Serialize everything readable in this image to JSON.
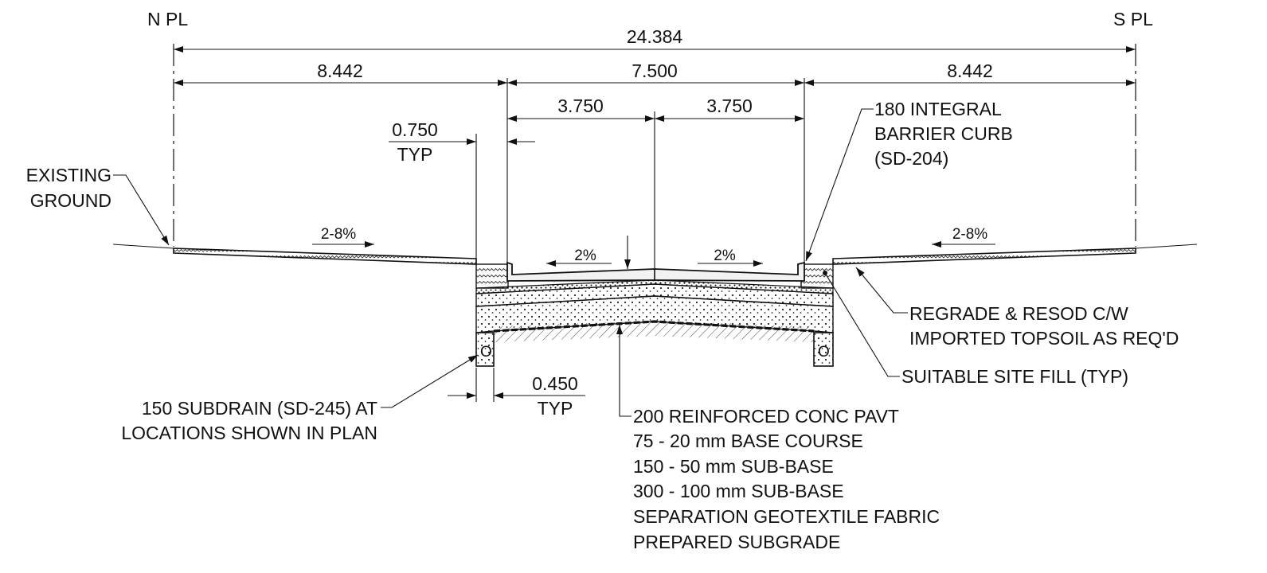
{
  "property_lines": {
    "north": "N PL",
    "south": "S PL"
  },
  "dimensions": {
    "overall": "24.384",
    "left_boulevard": "8.442",
    "roadway": "7.500",
    "right_boulevard": "8.442",
    "left_lane": "3.750",
    "right_lane": "3.750",
    "curb_offset": "0.750",
    "curb_offset_note": "TYP",
    "subdrain_offset": "0.450",
    "subdrain_offset_note": "TYP"
  },
  "slopes": {
    "left_boulevard": "2-8%",
    "left_lane": "2%",
    "right_lane": "2%",
    "right_boulevard": "2-8%"
  },
  "callouts": {
    "existing_ground": [
      "EXISTING",
      "GROUND"
    ],
    "curb": [
      "180 INTEGRAL",
      "BARRIER CURB",
      "(SD-204)"
    ],
    "regrade": [
      "REGRADE & RESOD C/W",
      "IMPORTED TOPSOIL AS REQ'D"
    ],
    "site_fill": "SUITABLE SITE FILL (TYP)",
    "subdrain": [
      "150 SUBDRAIN (SD-245) AT",
      "LOCATIONS SHOWN IN PLAN"
    ],
    "subdrain_symbol": "O",
    "pavement_structure": [
      "200 REINFORCED CONC PAVT",
      "75 - 20 mm BASE COURSE",
      "150 - 50 mm SUB-BASE",
      "300 - 100 mm SUB-BASE",
      "SEPARATION GEOTEXTILE FABRIC",
      "PREPARED SUBGRADE"
    ]
  }
}
